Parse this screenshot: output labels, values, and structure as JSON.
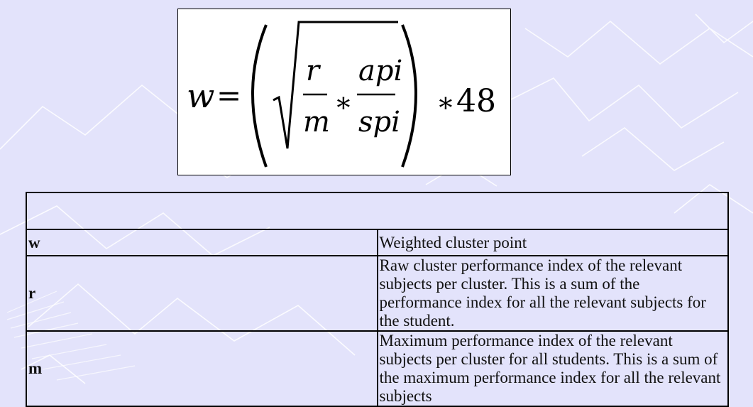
{
  "formula": {
    "lhs": "w",
    "equals": "=",
    "frac1_num": "r",
    "frac1_den": "m",
    "times1": "∗",
    "frac2_num": "api",
    "frac2_den": "spi",
    "times2": "∗",
    "multiplier": "48"
  },
  "table": {
    "header": "",
    "rows": [
      {
        "symbol": "w",
        "definition": "Weighted cluster point"
      },
      {
        "symbol": "r",
        "definition": "Raw cluster performance index of the relevant subjects per cluster. This is a sum of the performance index for all the relevant subjects for the student."
      },
      {
        "symbol": "m",
        "definition": "Maximum performance index of the relevant subjects per cluster for all students. This is a sum of the maximum performance index for all the relevant subjects"
      }
    ]
  }
}
